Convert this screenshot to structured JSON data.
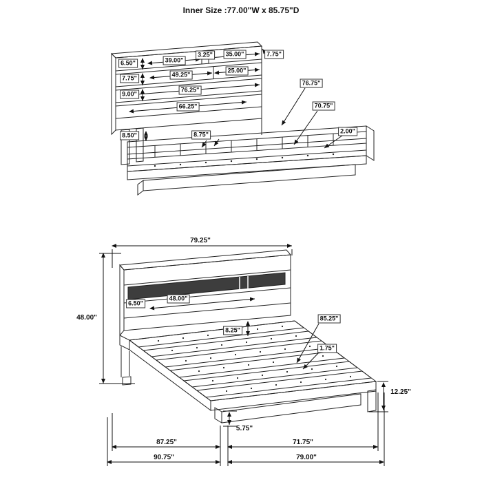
{
  "title": "Inner Size :77.00\"W x 85.75\"D",
  "top_view": {
    "dims": {
      "shelf_height": "6.50\"",
      "shelf_left_width": "39.00\"",
      "divider_width": "3.25\"",
      "shelf_right_width": "35.00\"",
      "top_edge_height": "7.75\"",
      "row2_height": "7.75\"",
      "row2_left_width": "49.25\"",
      "row2_right_width": "25.00\"",
      "row3_height": "9.00\"",
      "row3_width": "76.25\"",
      "row4_width": "66.25\"",
      "rail_gap": "8.50\"",
      "slat_spacing": "8.75\"",
      "frame_length": "76.75\"",
      "inner_length": "70.75\"",
      "rail_thickness": "2.00\""
    }
  },
  "bottom_view": {
    "dims": {
      "overall_width": "79.25\"",
      "overall_height": "48.00\"",
      "shelf_opening_height": "6.50\"",
      "shelf_opening_width": "48.00\"",
      "deck_gap": "8.25\"",
      "inner_depth": "85.25\"",
      "slat_thickness": "1.75\"",
      "foot_height": "12.25\"",
      "base_height": "5.75\"",
      "platform_depth": "87.25\"",
      "deck_depth": "71.75\"",
      "overall_depth": "90.75\"",
      "frame_depth": "79.00\""
    }
  }
}
